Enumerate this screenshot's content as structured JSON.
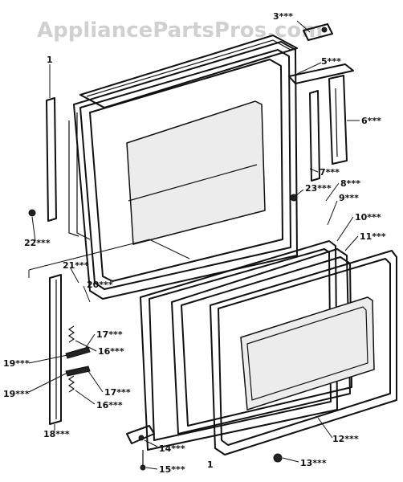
{
  "watermark": "AppliancePartsPros.com",
  "diagram_mark": "1",
  "callouts": [
    "1",
    "3***",
    "5***",
    "6***",
    "7***",
    "8***",
    "9***",
    "10***",
    "11***",
    "12***",
    "13***",
    "14***",
    "15***",
    "16***",
    "17***",
    "18***",
    "19***",
    "20***",
    "21***",
    "22***",
    "23***"
  ]
}
